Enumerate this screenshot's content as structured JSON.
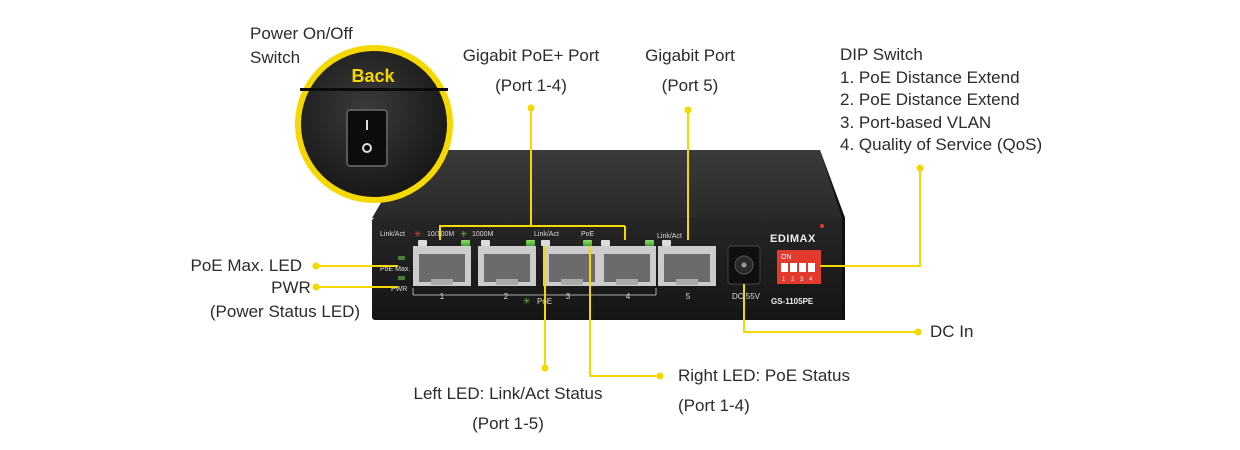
{
  "callouts": {
    "power_switch": {
      "line1": "Power On/Off",
      "line2": "Switch"
    },
    "back_label": "Back",
    "poe_port": {
      "line1": "Gigabit PoE+ Port",
      "line2": "(Port 1-4)"
    },
    "gigabit_port": {
      "line1": "Gigabit Port",
      "line2": "(Port 5)"
    },
    "dip_switch": {
      "title": "DIP Switch",
      "items": [
        "1. PoE Distance Extend",
        "2. PoE Distance Extend",
        "3. Port-based VLAN",
        "4. Quality of Service (QoS)"
      ]
    },
    "poe_max_led": "PoE Max. LED",
    "pwr": {
      "line1": "PWR",
      "line2": "(Power Status LED)"
    },
    "dc_in": "DC In",
    "left_led": {
      "line1": "Left LED: Link/Act Status",
      "line2": "(Port 1-5)"
    },
    "right_led": {
      "line1": "Right LED: PoE Status",
      "line2": "(Port 1-4)"
    }
  },
  "panel": {
    "link_act": "Link/Act",
    "speed_100": "10/100M",
    "speed_1000": "1000M",
    "link_act_2": "Link/Act",
    "poe": "PoE",
    "link_act_5": "Link/Act",
    "poe_max": "PoE Max.",
    "pwr": "PWR",
    "port_numbers": [
      "1",
      "2",
      "3",
      "4",
      "5"
    ],
    "poe_bracket": "PoE",
    "dc_label": "DC 55V",
    "brand": "EDIMAX",
    "model": "GS-1105PE",
    "dip_on": "ON",
    "dip_numbers": [
      "1",
      "2",
      "3",
      "4"
    ]
  },
  "colors": {
    "callout_line": "#f5d800",
    "body": "#1e1e1e",
    "led_green": "#59c23a",
    "dip_red": "#e33a2e"
  }
}
